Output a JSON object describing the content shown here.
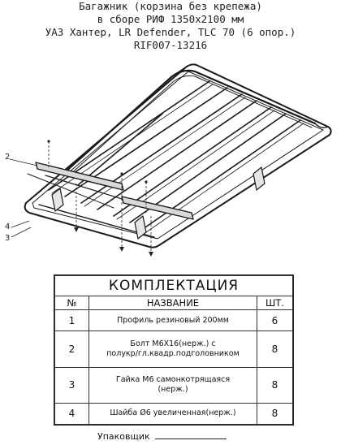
{
  "title_lines": [
    "Багажник (корзина без крепежа)",
    "в сборе РИФ 1350х2100 мм",
    "УАЗ Хантер, LR Defender, TLC 70 (6 опор.)",
    "RIF007-13216"
  ],
  "callouts": [
    "2",
    "4",
    "3"
  ],
  "kit": {
    "heading": "КОМПЛЕКТАЦИЯ",
    "columns": {
      "num": "№",
      "name": "НАЗВАНИЕ",
      "qty": "ШТ."
    },
    "rows": [
      {
        "num": "1",
        "name_lines": [
          "Профиль резиновый 200мм"
        ],
        "qty": "6"
      },
      {
        "num": "2",
        "name_lines": [
          "Болт М6Х16(нерж.) с",
          "полукр/гл.квадр.подголовником"
        ],
        "qty": "8"
      },
      {
        "num": "3",
        "name_lines": [
          "Гайка  М6 самонкотрящаяся",
          "(нерж.)"
        ],
        "qty": "8"
      },
      {
        "num": "4",
        "name_lines": [
          "Шайба Ø6 увеличенная(нерж.)"
        ],
        "qty": "8"
      }
    ]
  },
  "packer": {
    "label": "Упаковщик"
  }
}
